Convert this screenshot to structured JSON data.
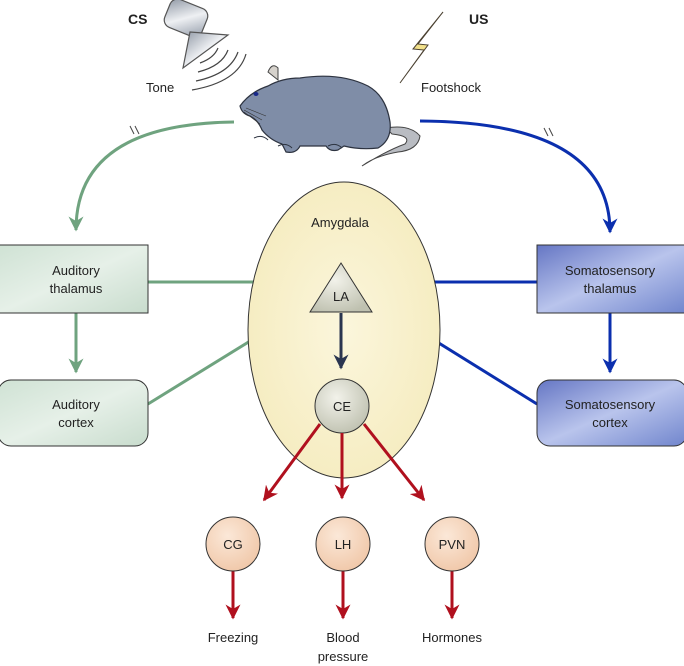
{
  "stimuli": {
    "cs": {
      "tag": "CS",
      "label": "Tone",
      "icon": "speaker-icon"
    },
    "us": {
      "tag": "US",
      "label": "Footshock",
      "icon": "lightning-bolt-icon"
    },
    "subject": {
      "icon": "rat-icon"
    }
  },
  "regions": {
    "auditory_thalamus": [
      "Auditory",
      "thalamus"
    ],
    "auditory_cortex": [
      "Auditory",
      "cortex"
    ],
    "somatosensory_thalamus": [
      "Somatosensory",
      "thalamus"
    ],
    "somatosensory_cortex": [
      "Somatosensory",
      "cortex"
    ],
    "amygdala": "Amygdala",
    "la": "LA",
    "ce": "CE"
  },
  "outputs": [
    {
      "id": "cg",
      "node": "CG",
      "response": [
        "Freezing"
      ]
    },
    {
      "id": "lh",
      "node": "LH",
      "response": [
        "Blood",
        "pressure"
      ]
    },
    {
      "id": "pvn",
      "node": "PVN",
      "response": [
        "Hormones"
      ]
    }
  ],
  "colors": {
    "auditory_path": "#6fa37f",
    "somatosensory_path": "#0b2fae",
    "internal_path": "#2a3550",
    "output_path": "#b0101e",
    "auditory_box": "#dbe9df",
    "somatosensory_box": "#7f90d3",
    "amygdala_fill": "#f8f1c8",
    "nucleus_fill": "#d9d9cc",
    "output_node_fill": "#f6d7bf"
  }
}
